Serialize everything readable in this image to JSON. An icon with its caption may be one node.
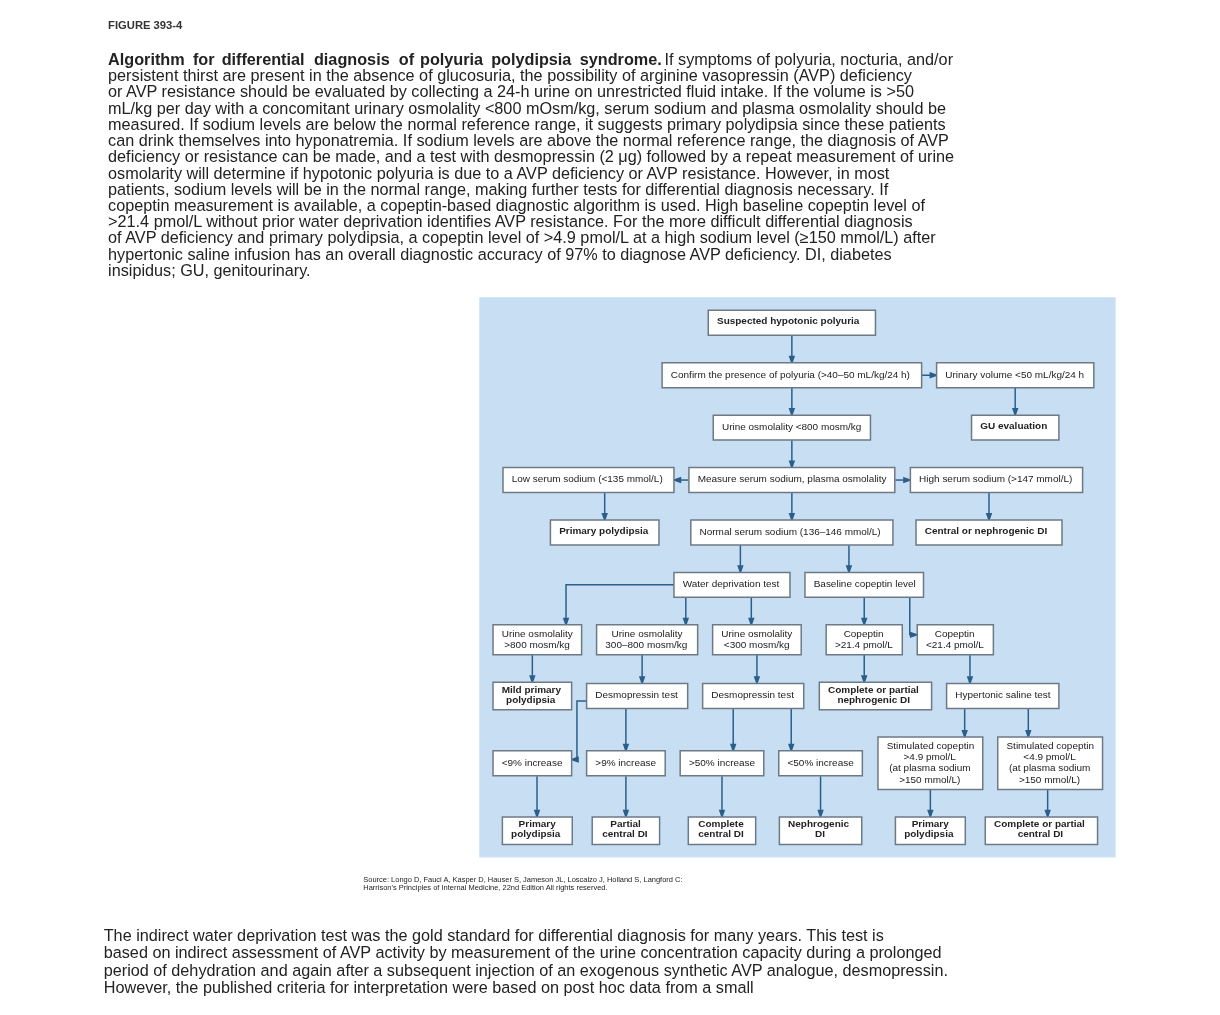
{
  "diagram": {
    "title": "FIGURE 393-4",
    "caption": "**Algorithm for differential diagnosis of polyuria polydipsia syndrome.** If symptoms of polyuria, nocturia, and/or persistent thirst are present in the absence of glucosuria, the possibility of arginine vasopressin (AVP) deficiency or AVP resistance should be evaluated by collecting a 24-h urine on unrestricted fluid intake. If the volume is >50 mL/kg per day with a concomitant urinary osmolality <800 mOsm/kg, serum sodium and plasma osmolality should be measured. If sodium levels are below the normal reference range, it suggests primary polydipsia since these patients can drink themselves into hyponatremia. If sodium levels are above the normal reference range, the diagnosis of AVP deficiency or resistance can be made, and a test with desmopressin (2 μg) followed by a repeat measurement of urine osmolarity will determine if hypotonic polyuria is due to a AVP deficiency or AVP resistance. However, in most patients, sodium levels will be in the normal range, making further tests for differential diagnosis necessary. If copeptin measurement is available, a copeptin-based diagnostic algorithm is used. High baseline copeptin level of >21.4 pmol/L without prior water deprivation identifies AVP resistance. For the more difficult differential diagnosis of AVP deficiency and primary polydipsia, a copeptin level of >4.9 pmol/L at a high sodium level (≥150 mmol/L) after hypertonic saline infusion has an overall diagnostic accuracy of 97% to diagnose AVP deficiency. DI, diabetes insipidus; GU, genitourinary.",
    "nodes": [
      {
        "text": [],
        "shape": "box"
      },
      {
        "text": [
          "Suspected hypotonic polyuria"
        ],
        "in": 0
      },
      {
        "text": [
          "Confirm the presence of polyuria (>40–50 mL/kg/24 h)"
        ],
        "in": 0
      },
      {
        "text": [
          "Urinary volume <50 mL/kg/24 h"
        ],
        "in": 0
      },
      {
        "text": [
          "Urine osmolality <800 mosm/kg"
        ],
        "in": 0
      },
      {
        "text": [
          "GU evaluation"
        ],
        "in": 0
      },
      {
        "text": [
          "Low serum sodium (<135 mmol/L)"
        ],
        "in": 0
      },
      {
        "text": [
          "Measure serum sodium, plasma osmolality"
        ],
        "in": 0
      },
      {
        "text": [
          "High serum sodium (>147 mmol/L)"
        ],
        "in": 0
      },
      {
        "text": [
          "Primary polydipsia"
        ],
        "in": 0
      },
      {
        "text": [
          "Normal serum sodium (136–146 mmol/L)"
        ],
        "in": 0
      },
      {
        "text": [
          "Central or nephrogenic DI"
        ],
        "in": 0
      },
      {
        "text": [
          "Water deprivation test"
        ],
        "in": 0
      },
      {
        "text": [
          "Baseline copeptin level"
        ],
        "in": 0
      },
      {
        "text": [
          "Urine osmolality >800 mosm/kg"
        ],
        "in": 0
      },
      {
        "text": [
          "Urine osmolality 300–800 mosm/kg"
        ],
        "in": 0
      },
      {
        "text": [
          "Urine osmolality <300 mosm/kg"
        ],
        "in": 0
      },
      {
        "text": [
          "Copeptin >21.4 pmol/L"
        ],
        "in": 0
      },
      {
        "text": [
          "Copeptin <21.4 pmol/L"
        ],
        "in": 0
      },
      {
        "text": [
          "Mild primary polydipsia"
        ],
        "in": 0
      },
      {
        "text": [
          "Desmopressin test"
        ],
        "in": 0
      },
      {
        "text": [
          "Desmopressin test"
        ],
        "in": 0
      },
      {
        "text": [
          "Complete or partial nephrogenic DI"
        ],
        "in": 0
      },
      {
        "text": [
          "Hypertonic saline test"
        ],
        "in": 0
      },
      {
        "text": [
          "<9% increase"
        ],
        "in": 0
      },
      {
        "text": [
          ">9% increase"
        ],
        "in": 0
      },
      {
        "text": [
          ">50% increase"
        ],
        "in": 0
      },
      {
        "text": [
          "<50% increase"
        ],
        "in": 0
      },
      {
        "text": [
          "Stimulated copeptin >4.9 pmol/L (at plasma sodium >150 mmol/L)"
        ],
        "in": 0
      },
      {
        "text": [
          "Stimulated copeptin <4.9 pmol/L (at plasma sodium >150 mmol/L)"
        ],
        "in": 0
      },
      {
        "text": [
          "Primary polydipsia"
        ],
        "in": 0
      },
      {
        "text": [
          "Partial central DI"
        ],
        "in": 0
      },
      {
        "text": [
          "Complete central DI"
        ],
        "in": 0
      },
      {
        "text": [
          "Nephrogenic DI"
        ],
        "in": 0
      },
      {
        "text": [
          "Primary polydipsia"
        ],
        "in": 0
      },
      {
        "text": [
          "Complete or partial central DI"
        ],
        "in": 0
      }
    ],
    "edges": [
      {
        "from": 1,
        "to": 2,
        "arrow": "to"
      },
      {
        "from": 2,
        "to": 3,
        "arrow": "to"
      },
      {
        "from": 2,
        "to": 4,
        "arrow": "to"
      },
      {
        "from": 3,
        "to": 5,
        "arrow": "to"
      },
      {
        "from": 4,
        "to": 7,
        "arrow": "to"
      },
      {
        "from": 7,
        "to": 6,
        "arrow": "to"
      },
      {
        "from": 7,
        "to": 8,
        "arrow": "to"
      },
      {
        "from": 7,
        "to": 10,
        "arrow": "to"
      },
      {
        "from": 6,
        "to": 9,
        "arrow": "to"
      },
      {
        "from": 8,
        "to": 11,
        "arrow": "to"
      },
      {
        "from": 10,
        "to": 12,
        "arrow": "to"
      },
      {
        "from": 10,
        "to": 13,
        "arrow": "to"
      },
      {
        "from": 12,
        "to": 14,
        "arrow": "to"
      },
      {
        "from": 12,
        "to": 15,
        "arrow": "to"
      },
      {
        "from": 12,
        "to": 16,
        "arrow": "to"
      },
      {
        "from": 13,
        "to": 17,
        "arrow": "to"
      },
      {
        "from": 13,
        "to": 18,
        "arrow": "to"
      },
      {
        "from": 14,
        "to": 19,
        "arrow": "to"
      },
      {
        "from": 15,
        "to": 20,
        "arrow": "to"
      },
      {
        "from": 16,
        "to": 21,
        "arrow": "to"
      },
      {
        "from": 17,
        "to": 22,
        "arrow": "to"
      },
      {
        "from": 18,
        "to": 23,
        "arrow": "to"
      },
      {
        "from": 20,
        "to": 24,
        "arrow": "to"
      },
      {
        "from": 20,
        "to": 25,
        "arrow": "to"
      },
      {
        "from": 21,
        "to": 26,
        "arrow": "to"
      },
      {
        "from": 21,
        "to": 27,
        "arrow": "to"
      },
      {
        "from": 23,
        "to": 28,
        "arrow": "to"
      },
      {
        "from": 23,
        "to": 29,
        "arrow": "to"
      },
      {
        "from": 24,
        "to": 30,
        "arrow": "to"
      },
      {
        "from": 25,
        "to": 31,
        "arrow": "to"
      },
      {
        "from": 26,
        "to": 32,
        "arrow": "to"
      },
      {
        "from": 27,
        "to": 33,
        "arrow": "to"
      },
      {
        "from": 28,
        "to": 34,
        "arrow": "to"
      },
      {
        "from": 29,
        "to": 35,
        "arrow": "to"
      }
    ],
    "labels": [
      "Source: Longo D, Fauci A, Kasper D, Hauser S, Jameson JL, Loscalzo J, Holland S, Langford C: Harrison's Principles of Internal Medicine, 22nd Edition All rights reserved.",
      "The indirect water deprivation test was the gold standard for differential diagnosis for many years. This test is based on indirect assessment of AVP activity by measurement of the urine concentration capacity during a prolonged period of dehydration and again after a subsequent injection of an exogenous synthetic AVP analogue, desmopressin. However, the published criteria for interpretation were based on post hoc data from a small"
    ]
  }
}
